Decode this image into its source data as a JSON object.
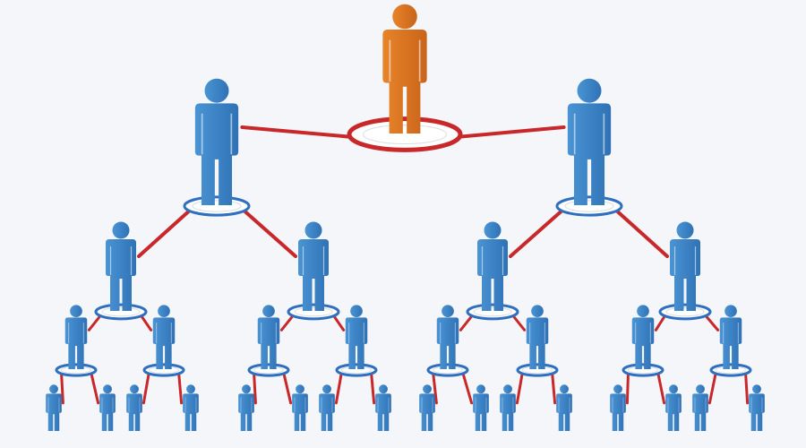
{
  "diagram": {
    "type": "hierarchy-tree",
    "levels": 5,
    "branching": 2
  },
  "colors": {
    "background": "#f4f6f9",
    "root_person": "#e8842a",
    "root_person_dark": "#c9641a",
    "person": "#4a94d4",
    "person_dark": "#2f72b5",
    "connector": "#c8282a",
    "root_ring": "#c8282a",
    "ring": "#2f6fc0"
  }
}
